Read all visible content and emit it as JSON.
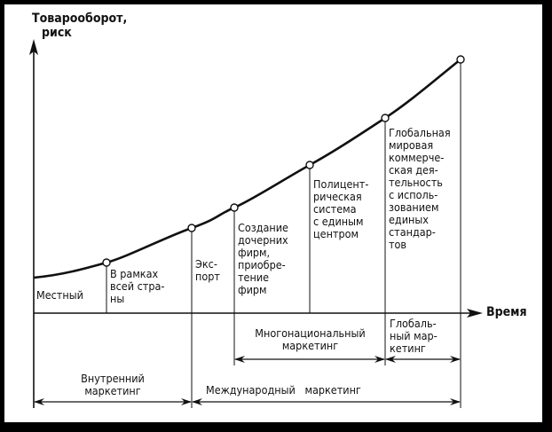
{
  "axes": {
    "y_label_line1": "Товарооборот,",
    "y_label_line2": "риск",
    "x_label": "Время"
  },
  "stages": [
    {
      "label": "Местный"
    },
    {
      "label": "В рамках\nвсей стра-\nны"
    },
    {
      "label": "Экс-\nпорт"
    },
    {
      "label": "Создание\nдочерних\nфирм,\nприобре-\nтение\nфирм"
    },
    {
      "label": "Полицент-\nрическая\nсистема\nс единым\nцентром"
    },
    {
      "label": "Глобальная\nмировая\nкоммерче-\nская дея-\nтельность\nс исполь-\nзованием\nединых\nстандар-\nтов"
    }
  ],
  "brackets": {
    "multinational": "Многонациональный\nмаркетинг",
    "global": "Глобаль-\nный мар-\nкетинг",
    "internal": "Внутренний\nмаркетинг",
    "international": "Международный   маркетинг"
  },
  "colors": {
    "frame": "#000000",
    "paper": "#ffffff",
    "ink": "#111111"
  }
}
